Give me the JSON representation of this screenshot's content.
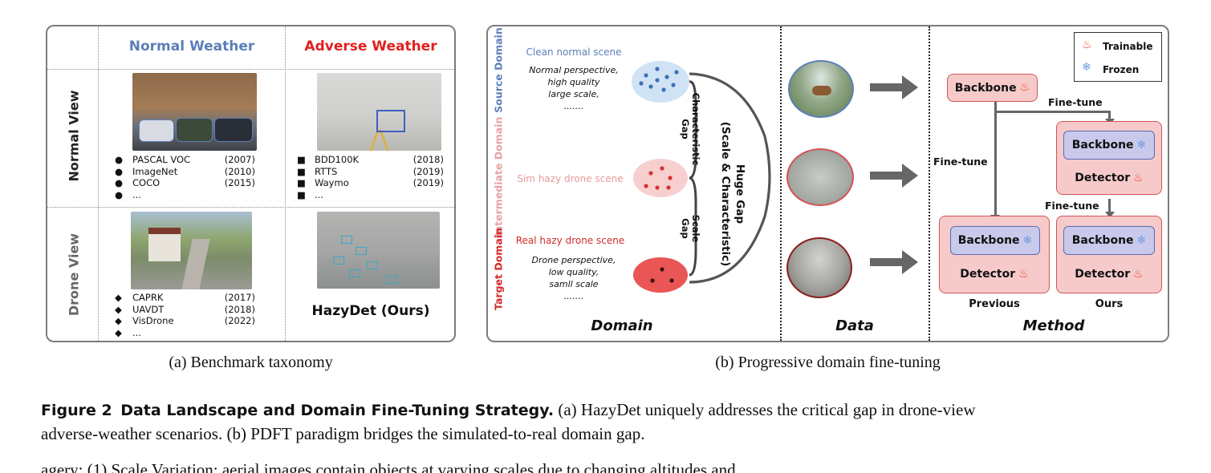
{
  "panel_a": {
    "col_normal": "Normal Weather",
    "col_adverse": "Adverse Weather",
    "row_normal": "Normal View",
    "row_drone": "Drone View",
    "normal_weather_normal_view": [
      {
        "name": "PASCAL VOC",
        "year": "(2007)"
      },
      {
        "name": "ImageNet",
        "year": "(2010)"
      },
      {
        "name": "COCO",
        "year": "(2015)"
      },
      {
        "name": "...",
        "year": ""
      }
    ],
    "adverse_weather_normal_view": [
      {
        "name": "BDD100K",
        "year": "(2018)"
      },
      {
        "name": "RTTS",
        "year": "(2019)"
      },
      {
        "name": "Waymo",
        "year": "(2019)"
      },
      {
        "name": "...",
        "year": ""
      }
    ],
    "normal_weather_drone_view": [
      {
        "name": "CAPRK",
        "year": "(2017)"
      },
      {
        "name": "UAVDT",
        "year": "(2018)"
      },
      {
        "name": "VisDrone",
        "year": "(2022)"
      },
      {
        "name": "...",
        "year": ""
      }
    ],
    "hazydet_label": "HazyDet (Ours)",
    "caption": "(a) Benchmark taxonomy"
  },
  "panel_b": {
    "side_source": "Source Domain",
    "side_intermediate": "Intermediate Domain",
    "side_target": "Target Domain",
    "clean_scene": "Clean normal scene",
    "clean_desc": [
      "Normal perspective,",
      "high quality",
      "large scale,",
      "......."
    ],
    "sim_scene": "Sim hazy drone scene",
    "real_scene": "Real hazy drone scene",
    "real_desc": [
      "Drone perspective,",
      "low quality,",
      "samll scale",
      "......."
    ],
    "characteristic_gap": [
      "Characteristic",
      "Gap"
    ],
    "scale_gap": [
      "Scale",
      "Gap"
    ],
    "huge_gap": [
      "Huge Gap",
      "(Scale & Characteristic)"
    ],
    "section_domain": "Domain",
    "section_data": "Data",
    "section_method": "Method",
    "legend_trainable": "Trainable",
    "legend_frozen": "Frozen",
    "backbone": "Backbone",
    "detector": "Detector",
    "fine_tune": "Fine-tune",
    "previous": "Previous",
    "ours": "Ours",
    "caption": "(b) Progressive domain fine-tuning"
  },
  "figure": {
    "label": "Figure 2",
    "title": "Data Landscape and Domain Fine-Tuning Strategy.",
    "text_line1": "(a) HazyDet uniquely addresses the critical gap in drone-view",
    "text_line2": "adverse-weather scenarios. (b) PDFT paradigm bridges the simulated-to-real domain gap.",
    "body_line": "agery: (1) Scale Variation: aerial images contain objects at varying scales due to changing altitudes and"
  },
  "colors": {
    "normal_blue": "#5b7fb9",
    "adverse_red": "#e02020",
    "box_fill": "#f6caca",
    "box_border": "#d35353",
    "frozen_fill": "#c9c9ec"
  }
}
